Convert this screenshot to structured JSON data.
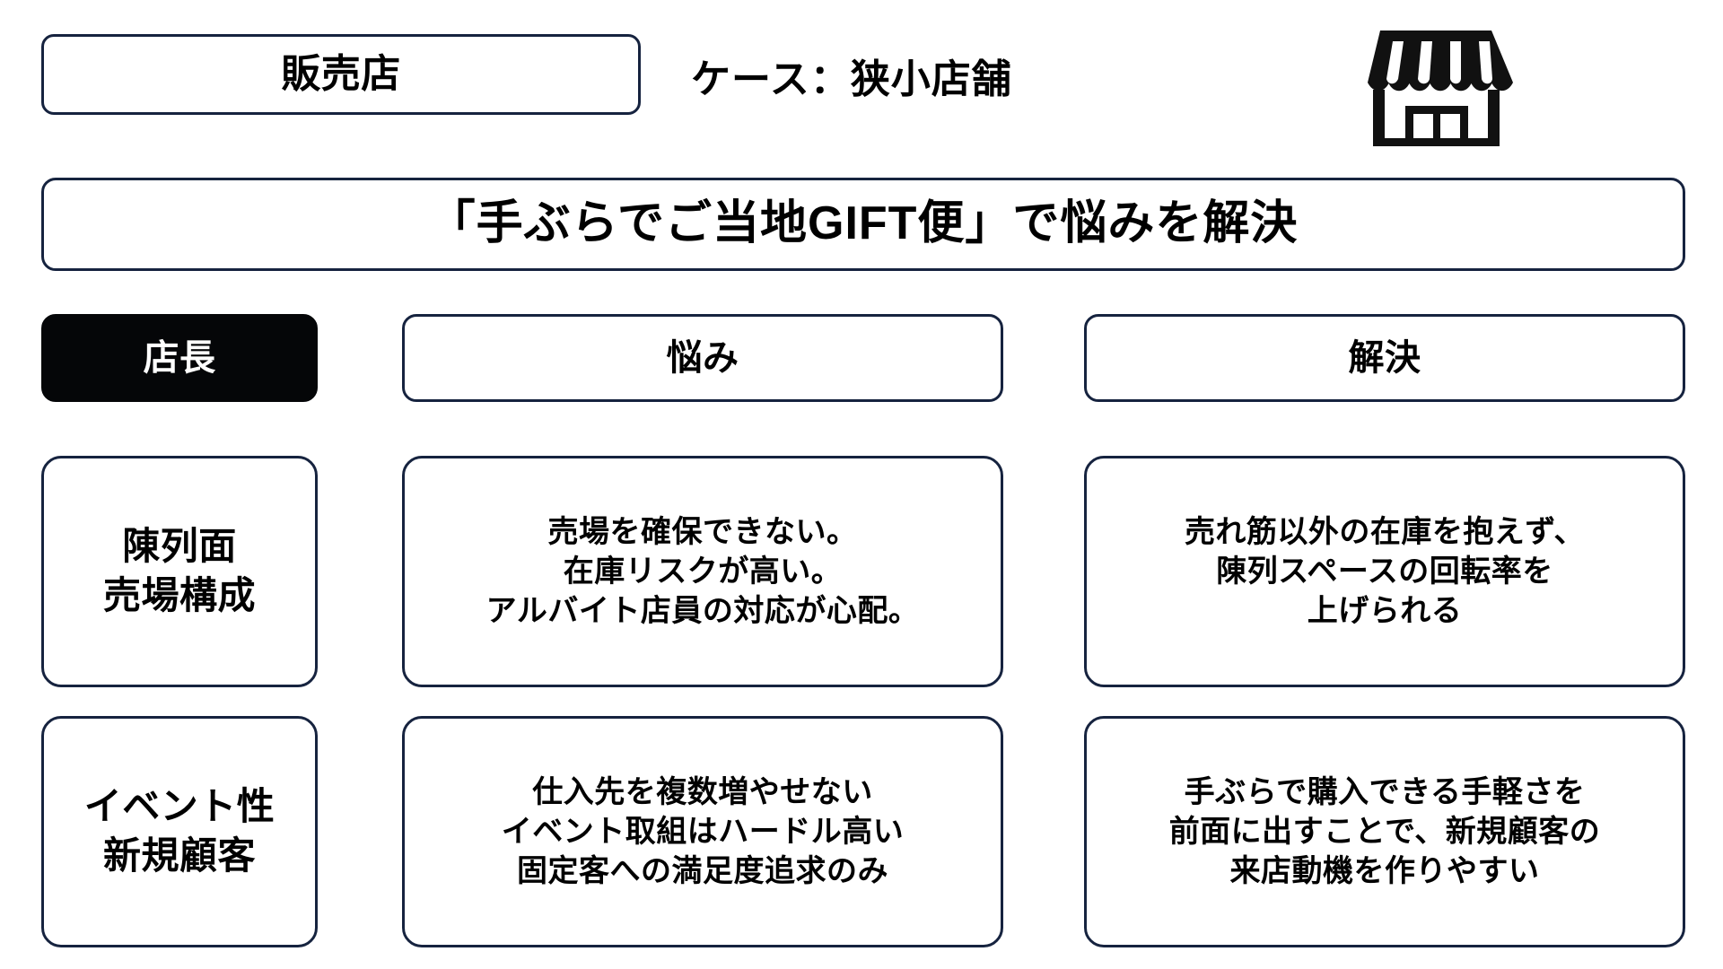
{
  "header": {
    "tag_label": "販売店",
    "case_label": "ケース：狭小店舗",
    "store_icon": "storefront-icon"
  },
  "headline": {
    "text": "「手ぶらでご当地GIFT便」で悩みを解決"
  },
  "columns": {
    "role": "店長",
    "problem": "悩み",
    "solution": "解決"
  },
  "rows": [
    {
      "label": "陳列面\n売場構成",
      "problem": "売場を確保できない。\n在庫リスクが高い。\nアルバイト店員の対応が心配。",
      "solution": "売れ筋以外の在庫を抱えず、\n陳列スペースの回転率を\n上げられる"
    },
    {
      "label": "イベント性\n新規顧客",
      "problem": "仕入先を複数増やせない\nイベント取組はハードル高い\n固定客への満足度追求のみ",
      "solution": "手ぶらで購入できる手軽さを\n前面に出すことで、新規顧客の\n来店動機を作りやすい"
    }
  ],
  "colors": {
    "border": "#16233f",
    "filled_background": "#050608",
    "text": "#000000",
    "page_background": "#ffffff"
  }
}
